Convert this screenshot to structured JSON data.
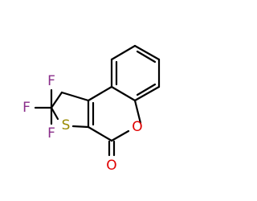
{
  "molecule": {
    "atoms": {
      "fluorine_top": "F",
      "fluorine_left": "F",
      "fluorine_bottom": "F",
      "sulfur": "S",
      "ring_oxygen": "O",
      "carbonyl_oxygen": "O"
    },
    "colors": {
      "bond": "#000000",
      "fluorine": "#8b2e8b",
      "sulfur": "#9a8a00",
      "oxygen": "#e00000"
    }
  }
}
